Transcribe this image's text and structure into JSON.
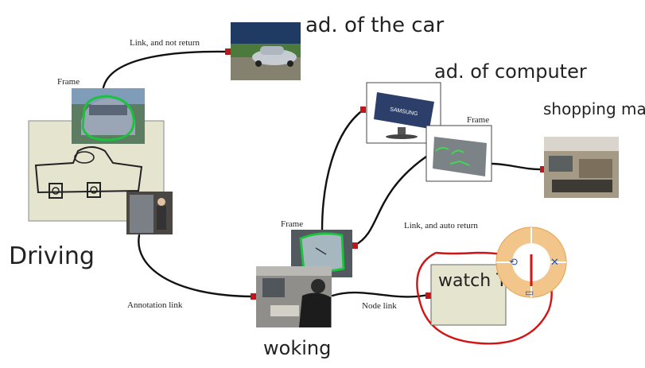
{
  "labels": {
    "link_not_return": "Link, and not return",
    "link_auto_return": "Link, and auto return",
    "annotation_link": "Annotation link",
    "node_link": "Node link",
    "frame_car": "Frame",
    "frame_working": "Frame",
    "frame_monitor": "Frame"
  },
  "handwriting": {
    "ad_car": "ad. of the car",
    "ad_computer": "ad. of computer",
    "shopping_mall": "shopping mall",
    "driving": "Driving",
    "working": "woking",
    "watch_tv": "watch TV"
  },
  "colors": {
    "link": "#111111",
    "anchor": "#c0151b",
    "highlight_green": "#18c43a",
    "loop_red": "#d21414",
    "menu_ring": "#f2c58a",
    "sketch_bg": "#e4e4cf"
  }
}
